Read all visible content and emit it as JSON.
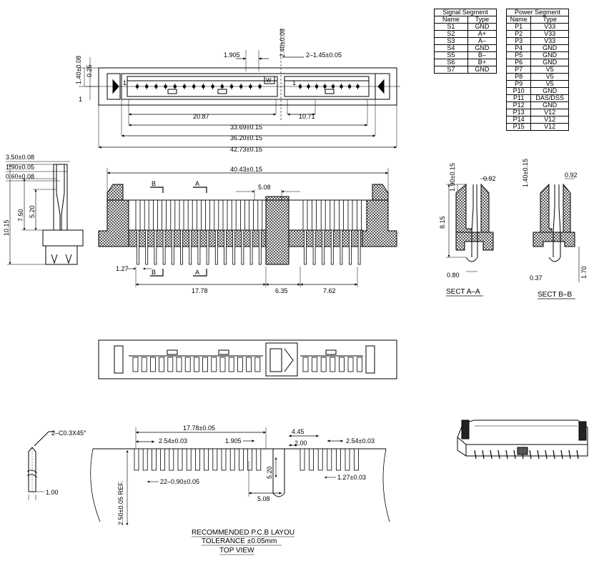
{
  "signal_table": {
    "title": "Signal Segment",
    "headers": [
      "Name",
      "Type"
    ],
    "rows": [
      [
        "S1",
        "GND"
      ],
      [
        "S2",
        "A+"
      ],
      [
        "S3",
        "A–"
      ],
      [
        "S4",
        "GND"
      ],
      [
        "S5",
        "B–"
      ],
      [
        "S6",
        "B+"
      ],
      [
        "S7",
        "GND"
      ]
    ]
  },
  "power_table": {
    "title": "Power Segment",
    "headers": [
      "Name",
      "Type"
    ],
    "rows": [
      [
        "P1",
        "V33"
      ],
      [
        "P2",
        "V33"
      ],
      [
        "P3",
        "V33"
      ],
      [
        "P4",
        "GND"
      ],
      [
        "P5",
        "GND"
      ],
      [
        "P6",
        "GND"
      ],
      [
        "P7",
        "V5"
      ],
      [
        "P8",
        "V5"
      ],
      [
        "P9",
        "V5"
      ],
      [
        "P10",
        "GND"
      ],
      [
        "P11",
        "DAS/DSS"
      ],
      [
        "P12",
        "GND"
      ],
      [
        "P13",
        "V12"
      ],
      [
        "P14",
        "V12"
      ],
      [
        "P15",
        "V12"
      ]
    ]
  },
  "top_view": {
    "d_140": "1.40±0.08",
    "d_025": "0.25",
    "d_240": "2.40±0.08",
    "d_1905": "1.905",
    "d_145": "2–1.45±0.05",
    "d_2087": "20.87",
    "d_1071": "10.71",
    "d_3369": "33.69±0.15",
    "d_3620": "36.20±0.15",
    "d_4273": "42.73±0.15",
    "pin1_a": "1",
    "pin1_b": "1",
    "pin1_c": "1",
    "mark_w": "W"
  },
  "side_view": {
    "d_350": "3.50±0.08",
    "d_190": "1.90±0.05",
    "d_060": "0.60±0.08",
    "d_1015": "10.15",
    "d_750": "7.50",
    "d_520": "5.20"
  },
  "front_view": {
    "d_4043": "40.43±0.15",
    "d_508": "5.08",
    "d_127": "1.27",
    "d_1778": "17.78",
    "d_635": "6.35",
    "d_762": "7.62",
    "sec_a": "A",
    "sec_b": "B"
  },
  "sect_a": {
    "title": "SECT A–A",
    "d_190": "1.90±0.15",
    "d_092": "0.92",
    "d_815": "8.15",
    "d_080": "0.80"
  },
  "sect_b": {
    "title": "SECT B–B",
    "d_140": "1.40±0.15",
    "d_092": "0.92",
    "d_037": "0.37",
    "d_170": "1.70"
  },
  "pcb_layout": {
    "d_chamfer": "2–C0.3X45°",
    "d_100": "1.00",
    "d_1778": "17.78±0.05",
    "d_254a": "2.54±0.03",
    "d_1905": "1.905",
    "d_445": "4.45",
    "d_200": "2.00",
    "d_254b": "2.54±0.03",
    "d_520": "5.20",
    "d_250": "2.50±0.05 REF.",
    "d_22": "22–0.90±0.05",
    "d_127": "1.27±0.03",
    "d_508": "5.08",
    "title1": "RECOMMENDED P.C.B LAYOU",
    "title2": "TOLERANCE ±0.05mm",
    "title3": "TOP VIEW"
  }
}
